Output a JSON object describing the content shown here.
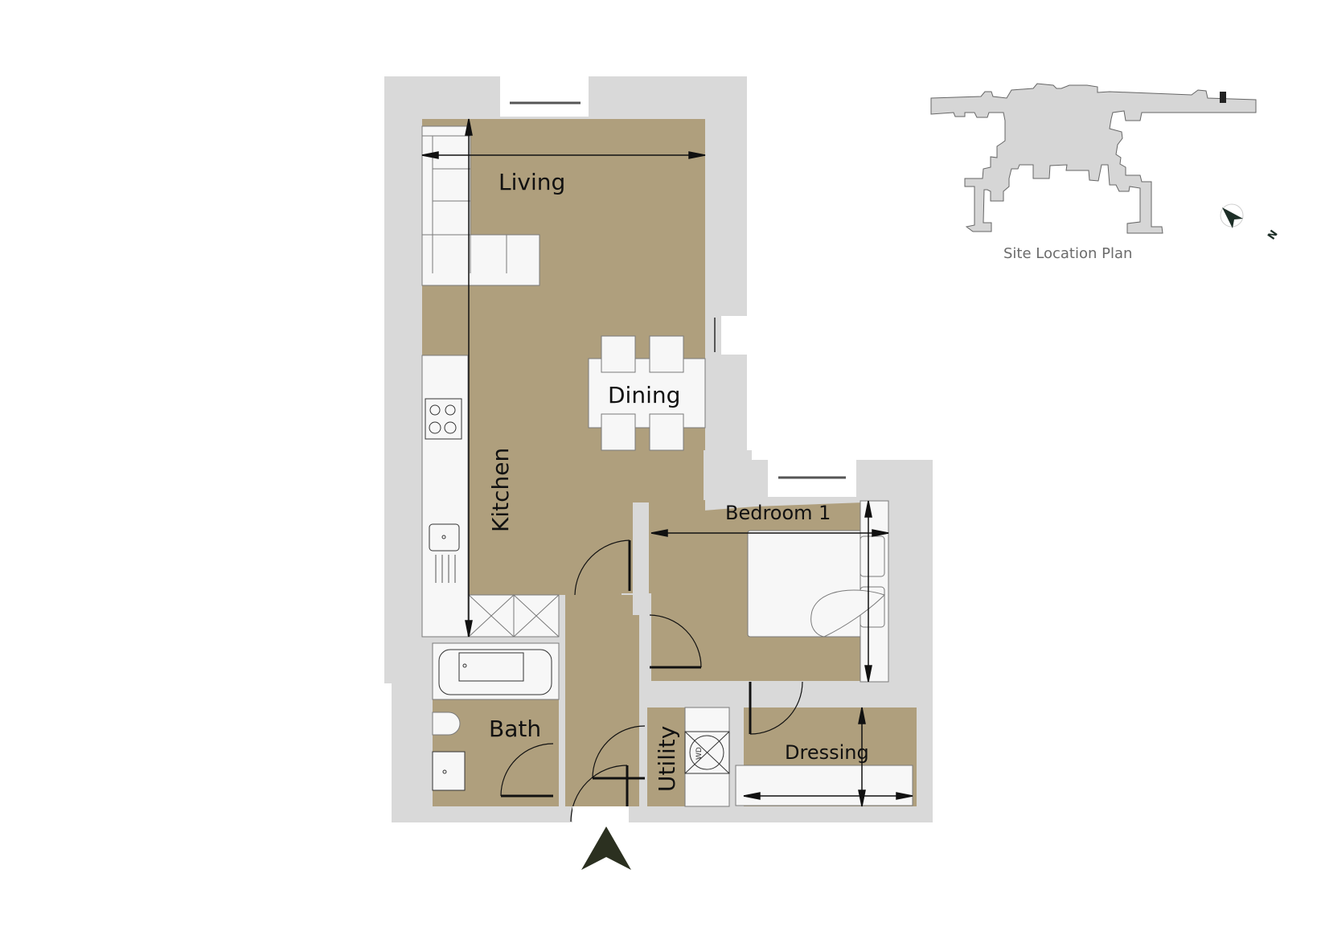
{
  "plan": {
    "colors": {
      "floor": "#AF9F7D",
      "wall": "#D9D9D9",
      "fixture": "#F7F7F7",
      "line": "#111111",
      "entrance_arrow": "#2B3020",
      "site_building": "#D6D6D6",
      "site_highlight": "#222222",
      "compass": "#1D2E27"
    },
    "rooms": [
      {
        "id": "living",
        "label": "Living"
      },
      {
        "id": "dining",
        "label": "Dining"
      },
      {
        "id": "kitchen",
        "label": "Kitchen"
      },
      {
        "id": "bedroom1",
        "label": "Bedroom 1"
      },
      {
        "id": "bath",
        "label": "Bath"
      },
      {
        "id": "utility",
        "label": "Utility"
      },
      {
        "id": "dressing",
        "label": "Dressing"
      }
    ],
    "appliance_labels": {
      "washer_dryer": "WD"
    },
    "entrance_marker": "entrance-arrow"
  },
  "site_plan": {
    "caption": "Site Location Plan",
    "north_label": "N"
  }
}
